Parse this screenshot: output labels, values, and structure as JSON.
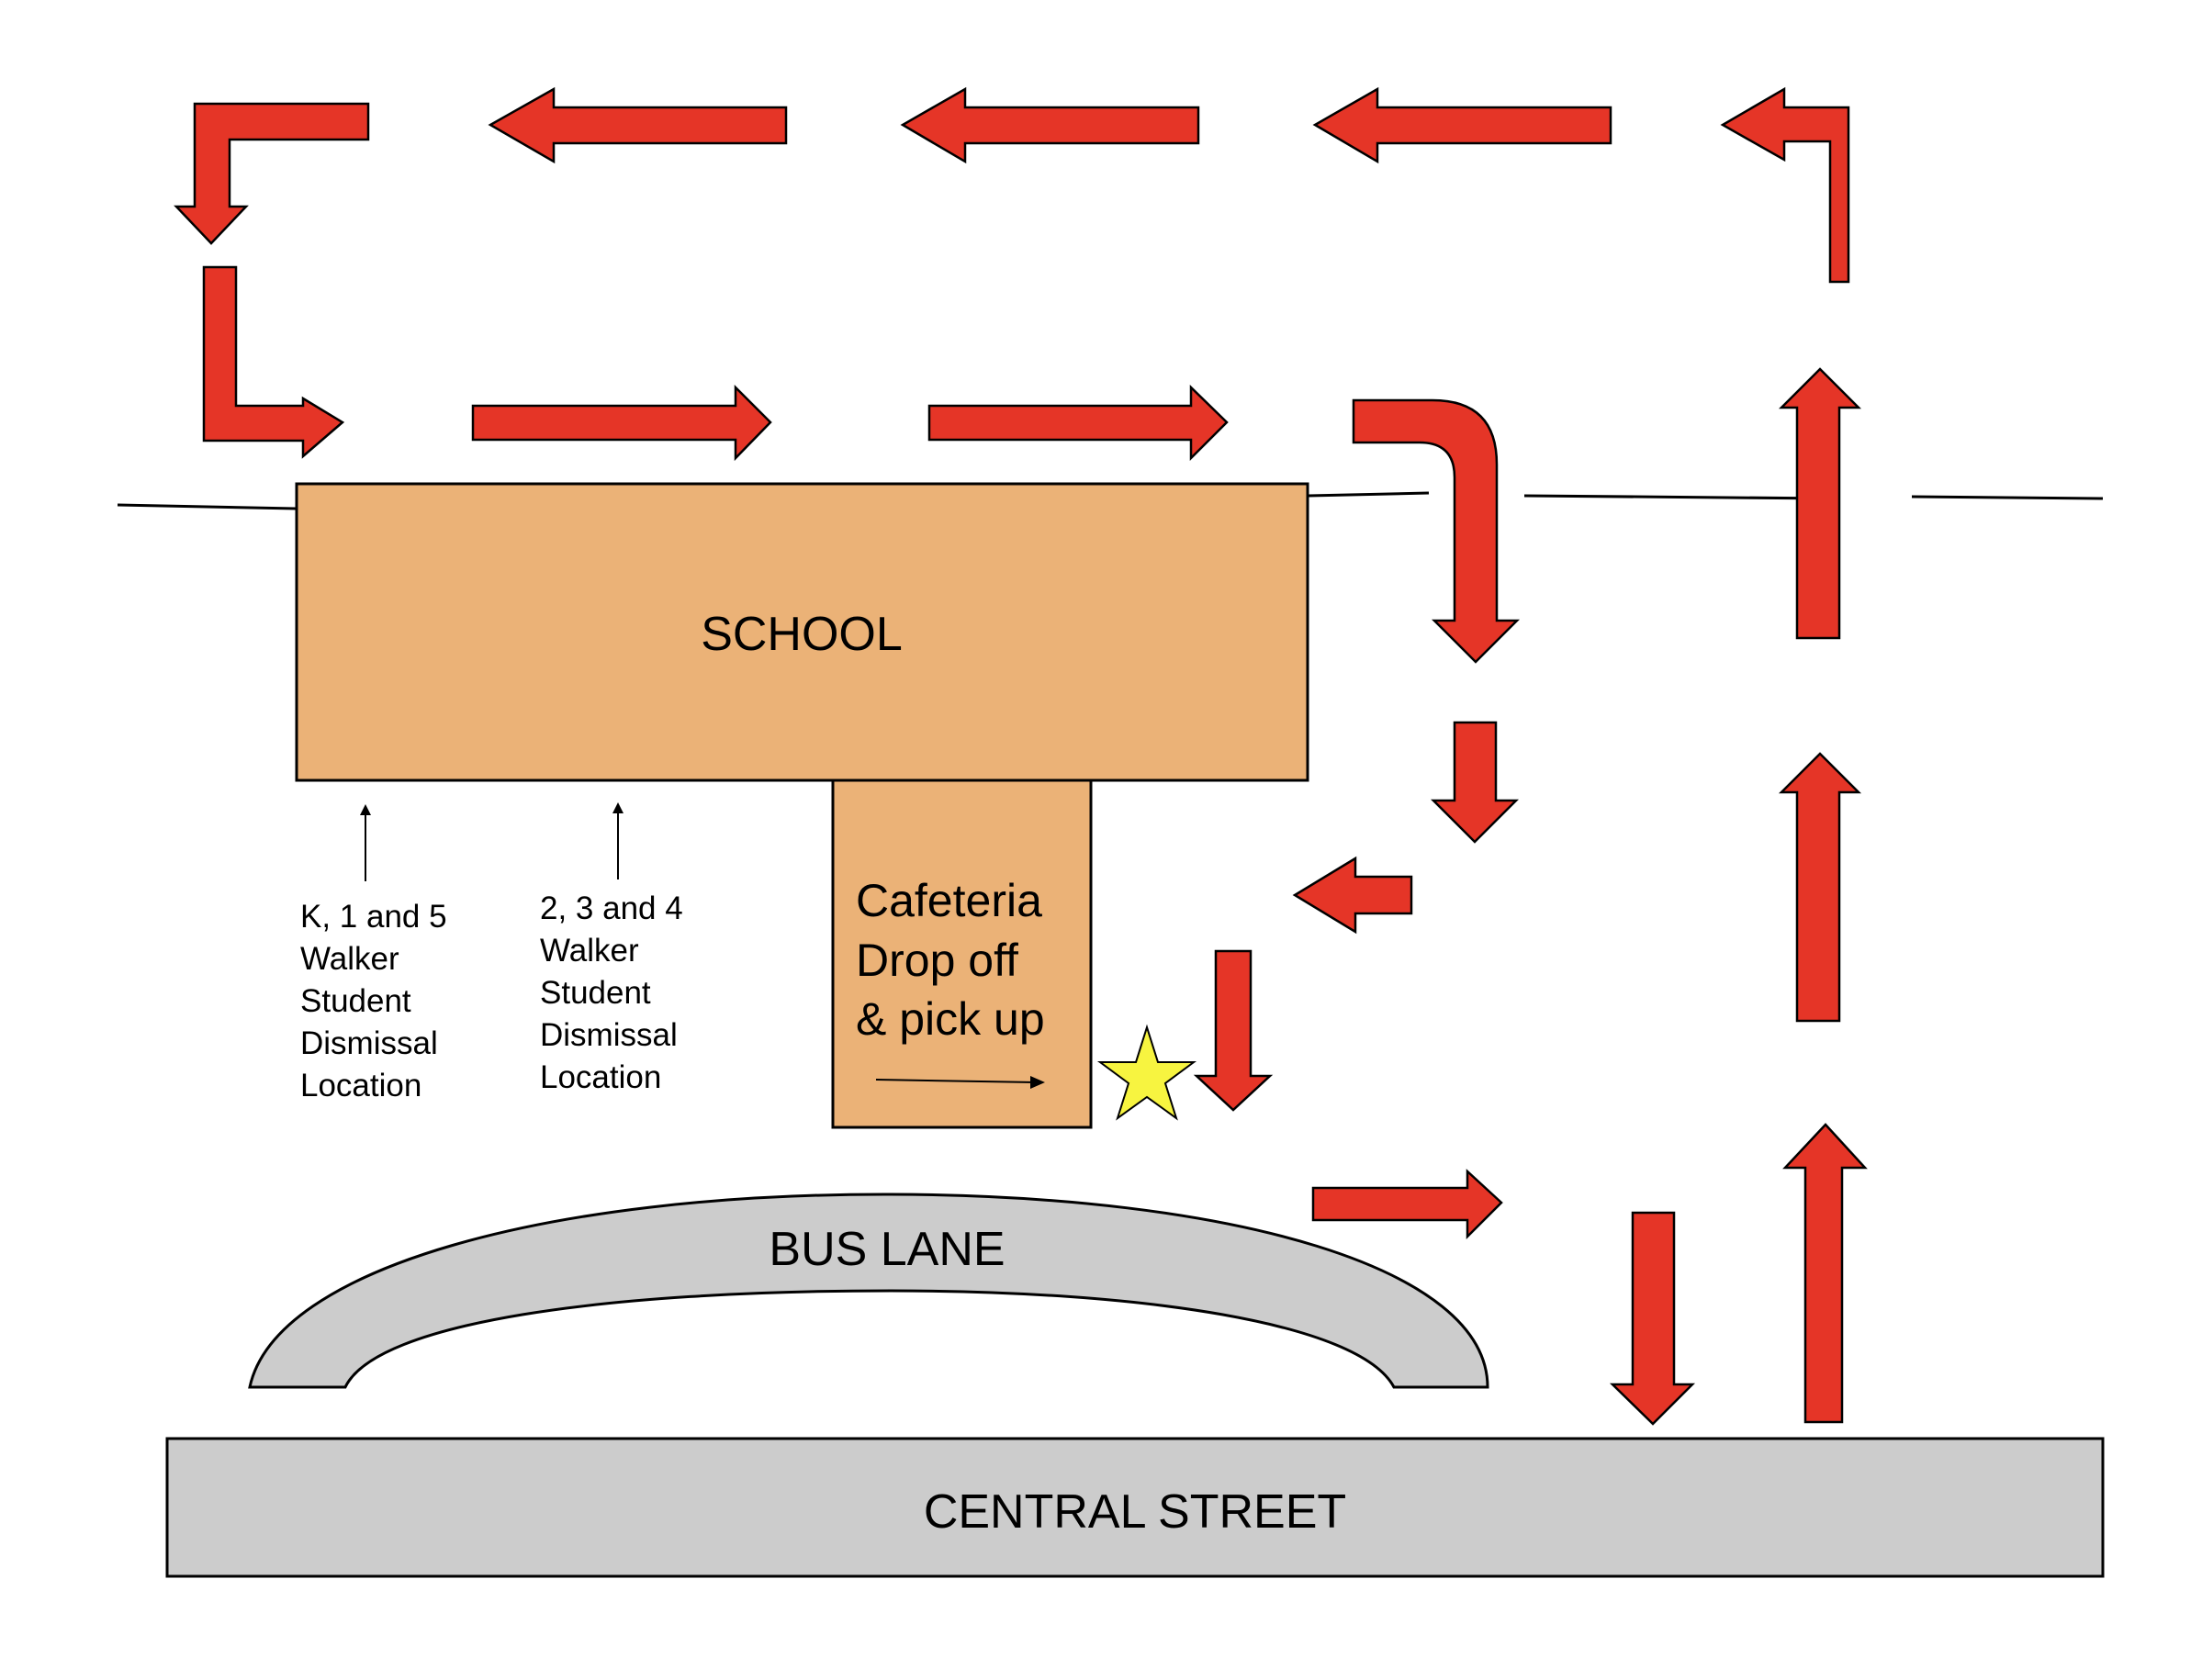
{
  "labels": {
    "school": "SCHOOL",
    "cafeteria": [
      "Cafeteria",
      "Drop off",
      "& pick up"
    ],
    "bus_lane": "BUS LANE",
    "central_street": "CENTRAL STREET",
    "walker_k15": [
      "K, 1 and 5",
      "Walker",
      "Student",
      "Dismissal",
      "Location"
    ],
    "walker_234": [
      "2, 3 and 4",
      "Walker",
      "Student",
      "Dismissal",
      "Location"
    ]
  },
  "colors": {
    "arrow_fill": "#e53527",
    "building_fill": "#ebb277",
    "street_fill": "#cccccc",
    "star_fill": "#f7f440",
    "outline": "#000000"
  },
  "icons": {
    "traffic_arrow": "arrow-icon",
    "marker": "star-icon"
  }
}
